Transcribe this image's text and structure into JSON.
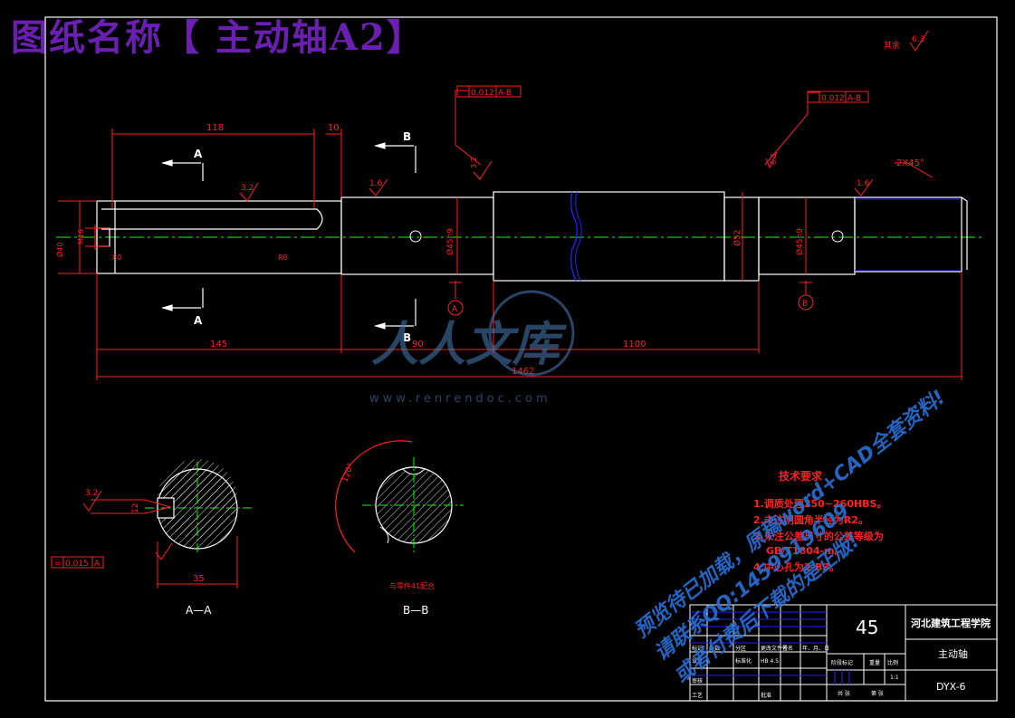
{
  "header": {
    "title": "图纸名称【 主动轴A2】"
  },
  "roughness": {
    "rest_label": "其余",
    "rest_value": "6.3"
  },
  "tolerances": {
    "tol1": {
      "value": "0.012",
      "datum": "A-B"
    },
    "tol2": {
      "value": "0.012",
      "datum": "A-B"
    },
    "tol3": {
      "symbol": "=",
      "value": "0.015",
      "datum": "A"
    }
  },
  "dimensions": {
    "d118": "118",
    "d10": "10",
    "d145": "145",
    "d90": "90",
    "d1100": "1100",
    "d1462": "1462",
    "d2x45": "2X45°",
    "r16_1": "1.6",
    "r32_1": "3.2",
    "r32_2": "3.2",
    "r32_3": "3.2",
    "r16_2": "1.6",
    "d6_3": "6.3",
    "phi45h9_left": "Ø45h9",
    "phi52": "Ø52",
    "phi45h9_right": "Ø45h9",
    "phi40": "Ø40",
    "m16": "M16",
    "d80": "80",
    "r8": "R8",
    "d12": "12",
    "d35": "35",
    "d120": "120°"
  },
  "views": {
    "section_a_top": "A",
    "section_a_bottom": "A",
    "section_b_top": "B",
    "section_b_bottom": "B",
    "datum_a": "A",
    "datum_b": "B",
    "aa_label": "A—A",
    "bb_label": "B—B",
    "note_bb": "与零件41配合"
  },
  "tech": {
    "heading": "技术要求",
    "items": [
      "1.调质处理250~260HBS。",
      "2.未注明圆角半径为R2。",
      "3.未注公差尺寸的公差等级为",
      "GB/T1804-m。",
      "4.中心孔为2-B3。"
    ]
  },
  "title_block": {
    "material": "45",
    "school": "河北建筑工程学院",
    "part_name": "主动轴",
    "drawing_no": "DYX-6",
    "hdr_cells": [
      "标记",
      "处数",
      "分区",
      "更改文件号",
      "签名",
      "年、月、日"
    ],
    "row_design": "设计",
    "row_standard": "标准化",
    "std_val": "HB 4.5",
    "row_check": "审核",
    "row_process": "工艺",
    "row_approve": "批准",
    "stage_mark": "阶段标记",
    "weight": "重量",
    "scale": "比例",
    "scale_val": "1:1",
    "sheet_total": "共 张",
    "sheet_no": "第 张"
  },
  "watermark": {
    "logo_text": "人人文库",
    "url": "www.renrendoc.com",
    "line1": "预览待已加载，原稿word+CAD全套资料!",
    "line2": "请联系QQ:1459919609",
    "line3": "或者付费后下载的是正版!"
  },
  "colors": {
    "bg": "#000000",
    "line": "#ffffff",
    "dim": "#ff2020",
    "center": "#00ff00",
    "title": "#5b1a9e",
    "blue": "#2020ff",
    "watermark_blue": "#2a6fd6"
  }
}
